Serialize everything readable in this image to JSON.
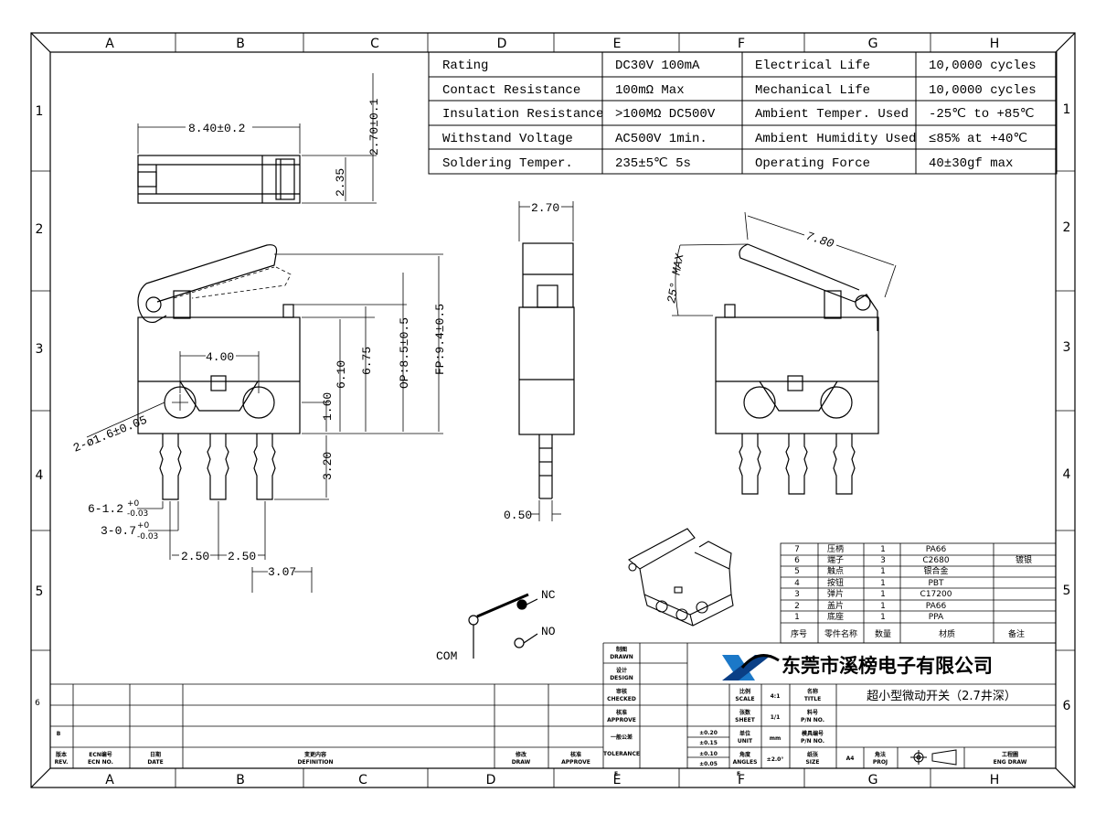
{
  "border": {
    "top_cols": [
      "A",
      "B",
      "C",
      "D",
      "E",
      "F",
      "G",
      "H"
    ],
    "bottom_cols": [
      "A",
      "B",
      "C",
      "D",
      "E",
      "F",
      "G",
      "H"
    ],
    "left_rows": [
      "1",
      "2",
      "3",
      "4",
      "5",
      "6"
    ],
    "right_rows": [
      "1",
      "2",
      "3",
      "4",
      "5",
      "6"
    ]
  },
  "spec_table": [
    {
      "k1": "Rating",
      "v1": "DC30V 100mA",
      "k2": "Electrical Life",
      "v2": "10,0000 cycles"
    },
    {
      "k1": "Contact Resistance",
      "v1": "100mΩ  Max",
      "k2": "Mechanical Life",
      "v2": "10,0000 cycles"
    },
    {
      "k1": "Insulation Resistance",
      "v1": ">100MΩ  DC500V",
      "k2": "Ambient Temper. Used",
      "v2": "-25℃ to +85℃"
    },
    {
      "k1": "Withstand Voltage",
      "v1": "AC500V   1min.",
      "k2": "Ambient Humidity Used",
      "v2": "≤85% at +40℃"
    },
    {
      "k1": "Soldering Temper.",
      "v1": "235±5℃ 5s",
      "k2": "Operating Force",
      "v2": "40±30gf max"
    }
  ],
  "dims": {
    "top_len": "8.40±0.2",
    "top_h1": "2.70±0.1",
    "top_h2": "2.35",
    "pin_pitch": "4.00",
    "h610": "6.10",
    "h675": "6.75",
    "op": "OP:8.5±0.5",
    "fp": "FP:9.4±0.5",
    "h160": "1.60",
    "h320": "3.20",
    "holes": "2-ø1.6±0.05",
    "pins_w": "6-1.2",
    "pins_w_tol_top": "+0",
    "pins_w_tol_bot": "-0.03",
    "pins_t": "3-0.7",
    "pins_t_tol_top": "+0",
    "pins_t_tol_bot": "-0.03",
    "p1": "2.50",
    "p2": "2.50",
    "p3": "3.07",
    "side_w": "2.70",
    "side_pin": "0.50",
    "lever_len": "7.80",
    "lever_angle": "25° MAX"
  },
  "circuit": {
    "nc": "NC",
    "no": "NO",
    "com": "COM"
  },
  "bom": {
    "headers": [
      "序号",
      "零件名称",
      "数量",
      "材质",
      "备注"
    ],
    "rows": [
      {
        "no": "7",
        "name": "压柄",
        "qty": "1",
        "mat": "PA66",
        "note": ""
      },
      {
        "no": "6",
        "name": "端子",
        "qty": "3",
        "mat": "C2680",
        "note": "镀银"
      },
      {
        "no": "5",
        "name": "触点",
        "qty": "1",
        "mat": "银合金",
        "note": ""
      },
      {
        "no": "4",
        "name": "按钮",
        "qty": "1",
        "mat": "PBT",
        "note": ""
      },
      {
        "no": "3",
        "name": "弹片",
        "qty": "1",
        "mat": "C17200",
        "note": ""
      },
      {
        "no": "2",
        "name": "盖片",
        "qty": "1",
        "mat": "PA66",
        "note": ""
      },
      {
        "no": "1",
        "name": "底座",
        "qty": "1",
        "mat": "PPA",
        "note": ""
      }
    ]
  },
  "title_block": {
    "company": "东莞市溪榜电子有限公司",
    "title": "超小型微动开关（2.7井深）",
    "drawn_cn": "制图",
    "drawn_en": "DRAWN",
    "design_cn": "设计",
    "design_en": "DESIGN",
    "checked_cn": "审核",
    "checked_en": "CHECKED",
    "approve_cn": "核准",
    "approve_en": "APPROVE",
    "tol_cn": "一般公差",
    "tol_en": "TOLERANCE",
    "tols": [
      "±0.20",
      "±0.15",
      "±0.10",
      "±0.05"
    ],
    "scale_cn": "比例",
    "scale_en": "SCALE",
    "scale": "4:1",
    "sheet_cn": "张数",
    "sheet_en": "SHEET",
    "sheet": "1/1",
    "unit_cn": "单位",
    "unit_en": "UNIT",
    "unit": "mm",
    "angles_cn": "角度",
    "angles_en": "ANGLES",
    "angles": "±2.0°",
    "title_cn": "名称",
    "title_en": "TITLE",
    "pn_cn": "料号",
    "pn_en": "P/N NO.",
    "mold_cn": "模具编号",
    "mold_en": "P/N NO.",
    "size_cn": "纸张",
    "size_en": "SIZE",
    "size": "A4",
    "proj_cn": "角法",
    "proj_en": "PROJ",
    "eng_cn": "工程圖",
    "eng_en": "ENG DRAW",
    "rev_cn": "版本",
    "rev_en": "REV.",
    "ecn_cn": "ECN编号",
    "ecn_en": "ECN NO.",
    "date_cn": "日期",
    "date_en": "DATE",
    "def_cn": "变更内容",
    "def_en": "DEFINITION",
    "draw_cn": "修改",
    "draw_en": "DRAW",
    "appr_cn": "核准",
    "appr_en": "APPROVE",
    "rev_b": "B",
    "e_mark": "E",
    "f_mark": "F"
  }
}
